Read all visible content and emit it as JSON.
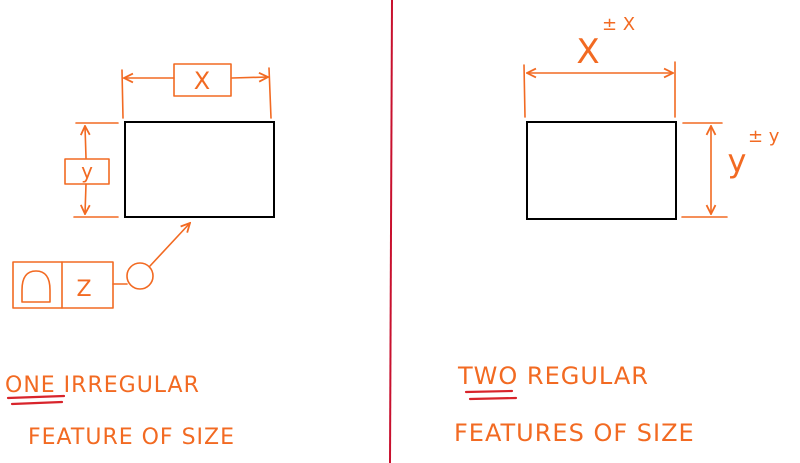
{
  "colors": {
    "annotation": "#f26a22",
    "divider": "#c8102e",
    "underline": "#d8242b",
    "outline": "#000000"
  },
  "left_panel": {
    "dim_x_label": "X",
    "dim_y_label": "y",
    "fcf_symbol": "profile-of-a-surface-icon",
    "fcf_datum": "Z",
    "caption_emphasis": "ONE",
    "caption_line1_rest": " IRREGULAR",
    "caption_line2": "FEATURE OF SIZE"
  },
  "right_panel": {
    "dim_x_label": "X",
    "dim_x_tolerance": "± X",
    "dim_y_label": "y",
    "dim_y_tolerance": "± y",
    "caption_emphasis": "TWO",
    "caption_line1_rest": " REGULAR",
    "caption_line2": "FEATURES OF SIZE"
  }
}
